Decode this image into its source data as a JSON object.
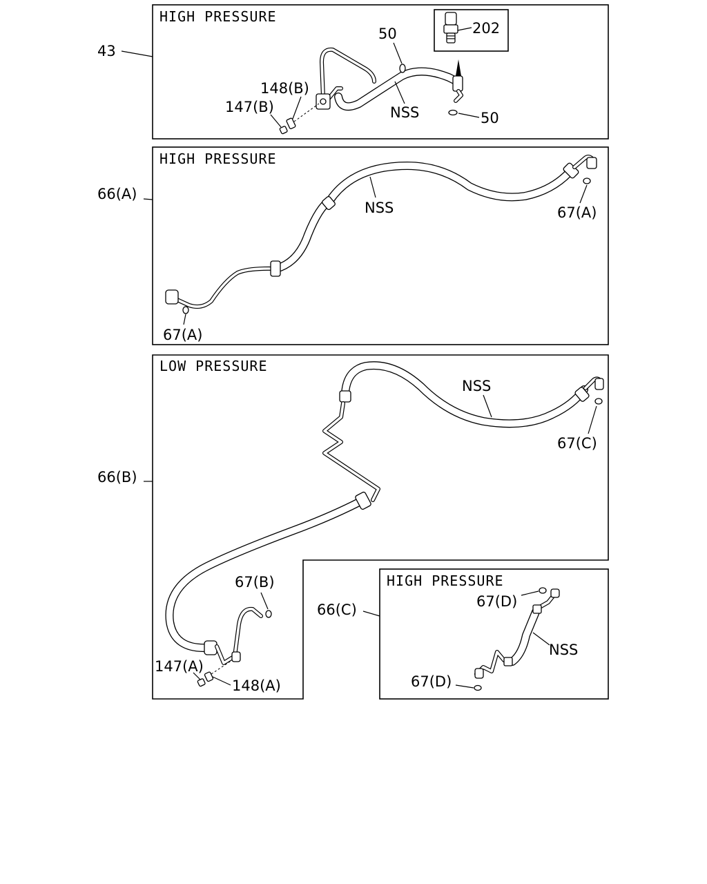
{
  "panels": {
    "top": {
      "header": "HIGH PRESSURE",
      "ref": "43"
    },
    "second": {
      "header": "HIGH PRESSURE",
      "ref": "66(A)"
    },
    "low": {
      "header": "LOW PRESSURE",
      "ref": "66(B)"
    },
    "inset": {
      "header": "HIGH PRESSURE",
      "ref": "66(C)"
    }
  },
  "callouts": {
    "top": [
      "50",
      "202",
      "148(B)",
      "147(B)",
      "NSS",
      "50"
    ],
    "second": [
      "NSS",
      "67(A)",
      "67(A)"
    ],
    "low": [
      "NSS",
      "67(C)",
      "67(B)",
      "147(A)",
      "148(A)"
    ],
    "inset": [
      "67(D)",
      "NSS",
      "67(D)"
    ]
  }
}
